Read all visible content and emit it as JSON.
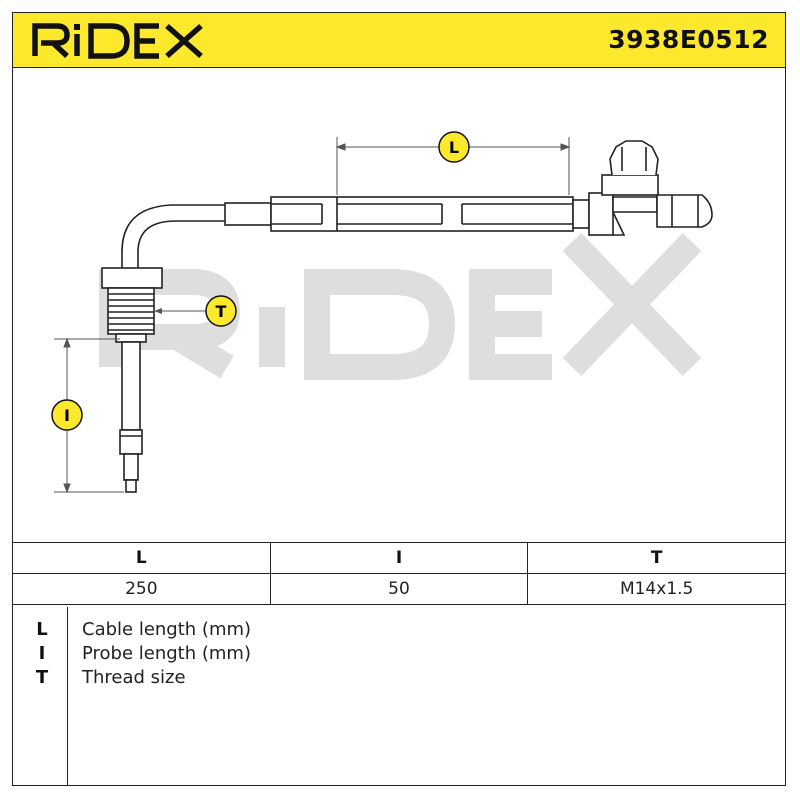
{
  "header": {
    "brand": "RIDEX",
    "part_number": "3938E0512"
  },
  "drawing": {
    "watermark": "RIDEX",
    "labels": {
      "L": "L",
      "T": "T",
      "I": "I"
    }
  },
  "spec_table": {
    "columns": [
      "L",
      "I",
      "T"
    ],
    "values": [
      "250",
      "50",
      "M14x1.5"
    ]
  },
  "legend": [
    {
      "key": "L",
      "text": "Cable length (mm)"
    },
    {
      "key": "I",
      "text": "Probe length (mm)"
    },
    {
      "key": "T",
      "text": "Thread size"
    }
  ],
  "colors": {
    "accent": "#fde92c",
    "line": "#222222",
    "watermark": "#dcdcdc"
  }
}
